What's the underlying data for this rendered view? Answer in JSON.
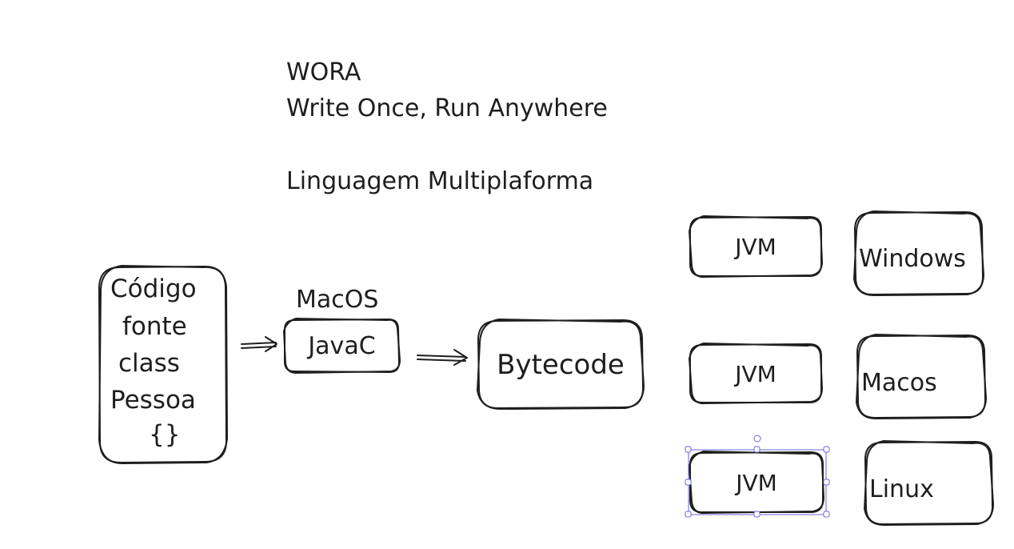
{
  "heading": {
    "line1": "WORA",
    "line2": "Write Once, Run Anywhere",
    "line3": "Linguagem Multiplaforma"
  },
  "source": {
    "line1": "Código",
    "line2": "fonte",
    "line3": "class",
    "line4": "Pessoa",
    "line5": "{}"
  },
  "compiler": {
    "os_label": "MacOS",
    "label": "JavaC"
  },
  "bytecode": {
    "label": "Bytecode"
  },
  "jvms": [
    {
      "label": "JVM",
      "os": "Windows"
    },
    {
      "label": "JVM",
      "os": "Macos"
    },
    {
      "label": "JVM",
      "os": "Linux"
    }
  ],
  "selection_color": "#6965db"
}
